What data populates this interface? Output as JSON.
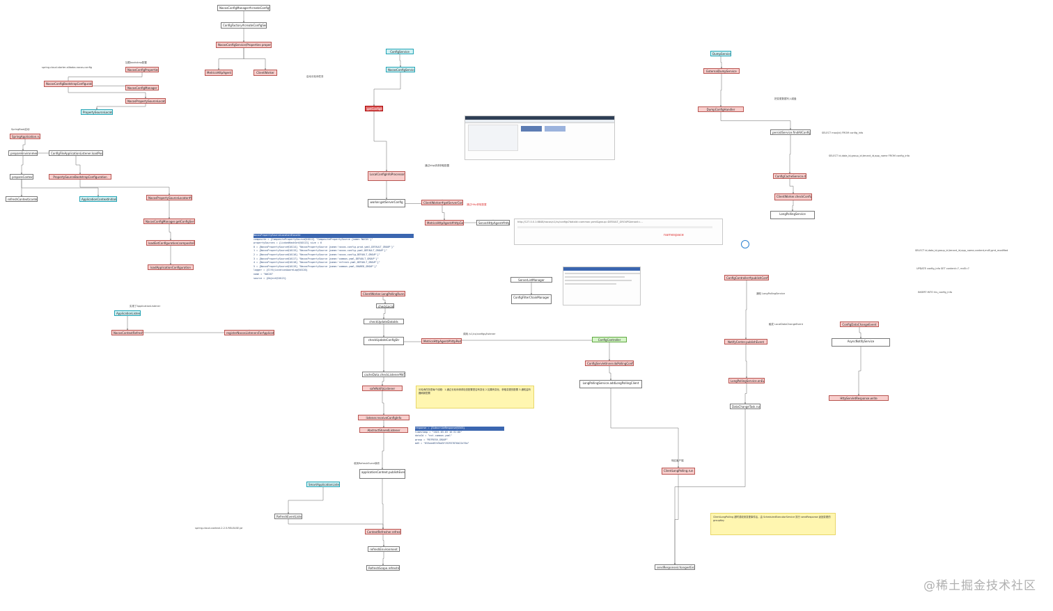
{
  "watermark": "@稀土掘金技术社区",
  "colors": {
    "red_box": "#f8cecc",
    "dark_red_box": "#e06666",
    "cyan_box": "#d0f1f4",
    "green_box": "#d5f5c8",
    "note_yellow": "#fff6b0"
  },
  "nodes": {
    "n1": "NacosConfigManager#createConfigService",
    "n2": "ConfigFactory#createConfigService",
    "n3": "NacosConfigService(Properties properties)",
    "n4": "MetricsHttpAgent",
    "n5": "ClientWorker",
    "n6": "NacosConfigBootstrapConfiguration",
    "n7": "NacosConfigProperties",
    "n8": "NacosConfigManager",
    "n9": "NacosPropertySourceLocator",
    "n10": "PropertySourceLocator",
    "n11": "SpringApplication.run",
    "n12": "prepareEnvironment",
    "n13": "ConfigFileApplicationListener.loadPostProcessor",
    "n14": "PropertySourceBootstrapConfiguration",
    "n15": "prepareContext",
    "n16": "ApplicationContextInitializer",
    "n17": "refreshContext(context)",
    "n18": "NacosPropertySourceLocator#locate",
    "n19": "NacosConfigManager.getConfigService()",
    "n20": "loadExtConfiguration(compositePropertySource)",
    "n21": "loadApplicationConfiguration",
    "n22": "ConfigService",
    "n23": "NacosConfigService",
    "n24": "getConfigInner",
    "n25": "LocalConfigInfoProcessor.getFailover",
    "n26": "worker.getServerConfig",
    "n27": "ClientWorker#getServerConfig",
    "n28": "MetricsHttpAgent#httpGet",
    "n29": "ServerHttpAgent#httpGet",
    "n30": "ClientWorker.LongPollingRunnable",
    "n31": "checkLocalConfig",
    "n32": "checkUpdateDataIds",
    "n33": "checkUpdateConfigStr",
    "n34": "MetricsHttpAgent#httpPost",
    "n35": "ConfigController",
    "n36": "cacheData.checkListenerMd5()",
    "n37": "safeNotifyListener",
    "n38": "listener.receiveConfigInfo",
    "n39": "AbstractSharedListener",
    "n40": "NacosContextRefresher",
    "n41": "registerNacosListenersForApplications",
    "n42": "ApplicationListener",
    "n43": "applicationContext.publishEvent",
    "n44": "RefreshEventListener",
    "n45": "ContextRefresher.refresh",
    "n46": "refreshEnvironment",
    "n47": "RefreshScope.refreshAll",
    "n48": "DumpService",
    "n49": "ExternalDumpService",
    "n50": "DumpConfigHandler",
    "n51": "ConfigServletInner.doPollingConfig",
    "n52": "LongPollingService.addLongPollingClient",
    "n53": "ClientLongPolling.run",
    "n54": "ConfigController#publishConfig",
    "n55": "NotifyCenter.publishEvent",
    "n56": "LongPollingService.onEvent",
    "n57": "DataChangeTask.run",
    "n58": "sendResponse(changedGroups)",
    "n59": "persistService.findAllConfigInfo",
    "n60": "ConfigCacheService.dump",
    "n61": "ServerListManager",
    "n62": "ConfigFilterChainManager",
    "n63": "ClientWorker.checkConfigInfo",
    "n64": "LongPollingService",
    "n65": "ConfigDataChangeEvent",
    "n66": "AsyncNotifyService",
    "n67": "HttpServletResponse.write",
    "n68": "SmartApplicationListener"
  },
  "notes": {
    "t1": "spring-cloud-starter-alibaba-nacos-config",
    "t2": "SpringBoot启动",
    "t3": "加载bootstrap配置",
    "t4": "启动长轮询任务",
    "t5": "通过http请求获取配置",
    "t6": "调用 /v1/cs/configs/listener",
    "t7": "namespace",
    "t8": "通过Http获取配置",
    "t9": "实现了ApplicationListener",
    "t10": "收到RefreshEvent事件",
    "t11": "spring-cloud-context-2.2.5.RELEASE.jar",
    "t12": "SELECT id,data_id,group_id,tenant_id,app_name FROM config_info",
    "t13": "SELECT max(id) FROM config_info",
    "t14": "SELECT id,data_id,group_id,tenant_id,app_name,content,md5,gmt_modified",
    "t15": "把变更数据写入磁盘",
    "t16": "触发 LocalDataChangeEvent",
    "t17": "通知 LongPollingService",
    "t18": "UPDATE config_info SET content=?, md5=?",
    "t19": "INSERT INTO his_config_info",
    "t20": "响应客户端"
  },
  "memo_yellow_1": "长轮询任务是每个线程：1.通过长轮询请求检查配置是否有变化 2.如果有变化，获取变更的配置 3.通知监听器刷新配置",
  "memo_yellow_2": "ClientLongPolling 超时或收到变更事件后，由 ScheduledExecutorService 执行 sendResponse 返回变更的 groupKey",
  "code_panel": {
    "header": "NacosPropertySourceLocator#locate",
    "lines": [
      "composite = {CompositePropertySource@10112} \"CompositePropertySource {name='NACOS'}\"",
      "propertySources = {LinkedHashSet@10113} size = 6",
      "0 = {NacosPropertySource@10114} \"NacosPropertySource {name='nacos-config-prod.yaml,DEFAULT_GROUP'}\"",
      "1 = {NacosPropertySource@10115} \"NacosPropertySource {name='nacos-config.yaml,DEFAULT_GROUP'}\"",
      "2 = {NacosPropertySource@10116} \"NacosPropertySource {name='nacos-config,DEFAULT_GROUP'}\"",
      "3 = {NacosPropertySource@10117} \"NacosPropertySource {name='common.yaml,DEFAULT_GROUP'}\"",
      "4 = {NacosPropertySource@10118} \"NacosPropertySource {name='refresh.yaml,DEFAULT_GROUP'}\"",
      "5 = {NacosPropertySource@10119} \"NacosPropertySource {name='common.yaml,SHARED_GROUP'}\"",
      "logger = {Slf4jLocationAwareLog@10120}",
      "name = \"NACOS\"",
      "source = {Object@10121}"
    ]
  },
  "code_panel_2": {
    "header": "response = {SubscribeResponse@1563}",
    "lines": [
      "timestamp = \"2021-03-03 16:31:00\"",
      "dataId = \"ext-common.yaml\"",
      "group = \"REFRESH_GROUP\"",
      "md5 = \"853aed87e9bd3f192937876d22e76a\""
    ]
  },
  "url_bar": "http://127.0.0.1:8848/nacos/v1/cs/configs?dataId=common.yaml&group=DEFAULT_GROUP&tenant=..."
}
